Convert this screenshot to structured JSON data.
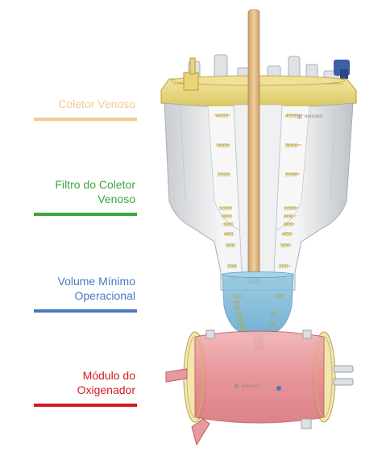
{
  "legend": [
    {
      "id": "coletor",
      "label": "Coletor Venoso",
      "color": "#f0cc8f"
    },
    {
      "id": "filtro",
      "label": "Filtro do Coletor\nVenoso",
      "color": "#3aa640"
    },
    {
      "id": "volume",
      "label": "Volume Mínimo\nOperacional",
      "color": "#4a78c0"
    },
    {
      "id": "modulo",
      "label": "Módulo do\nOxigenador",
      "color": "#d21a22"
    }
  ],
  "scale": {
    "upper_left": [
      "4000",
      "3000",
      "2000",
      "1000",
      "800",
      "600",
      "400",
      "300",
      "200",
      "100"
    ],
    "upper_right": [
      "4000",
      "3000",
      "2000",
      "1000",
      "800",
      "600",
      "400",
      "300",
      "200",
      "150"
    ],
    "lower": [
      "100",
      "90",
      "80",
      "70",
      "60",
      "50",
      "40",
      "30",
      "20"
    ]
  },
  "brand_mark": "✻",
  "brand_text_top": "eurosets",
  "brand_text_module": "eurosets"
}
